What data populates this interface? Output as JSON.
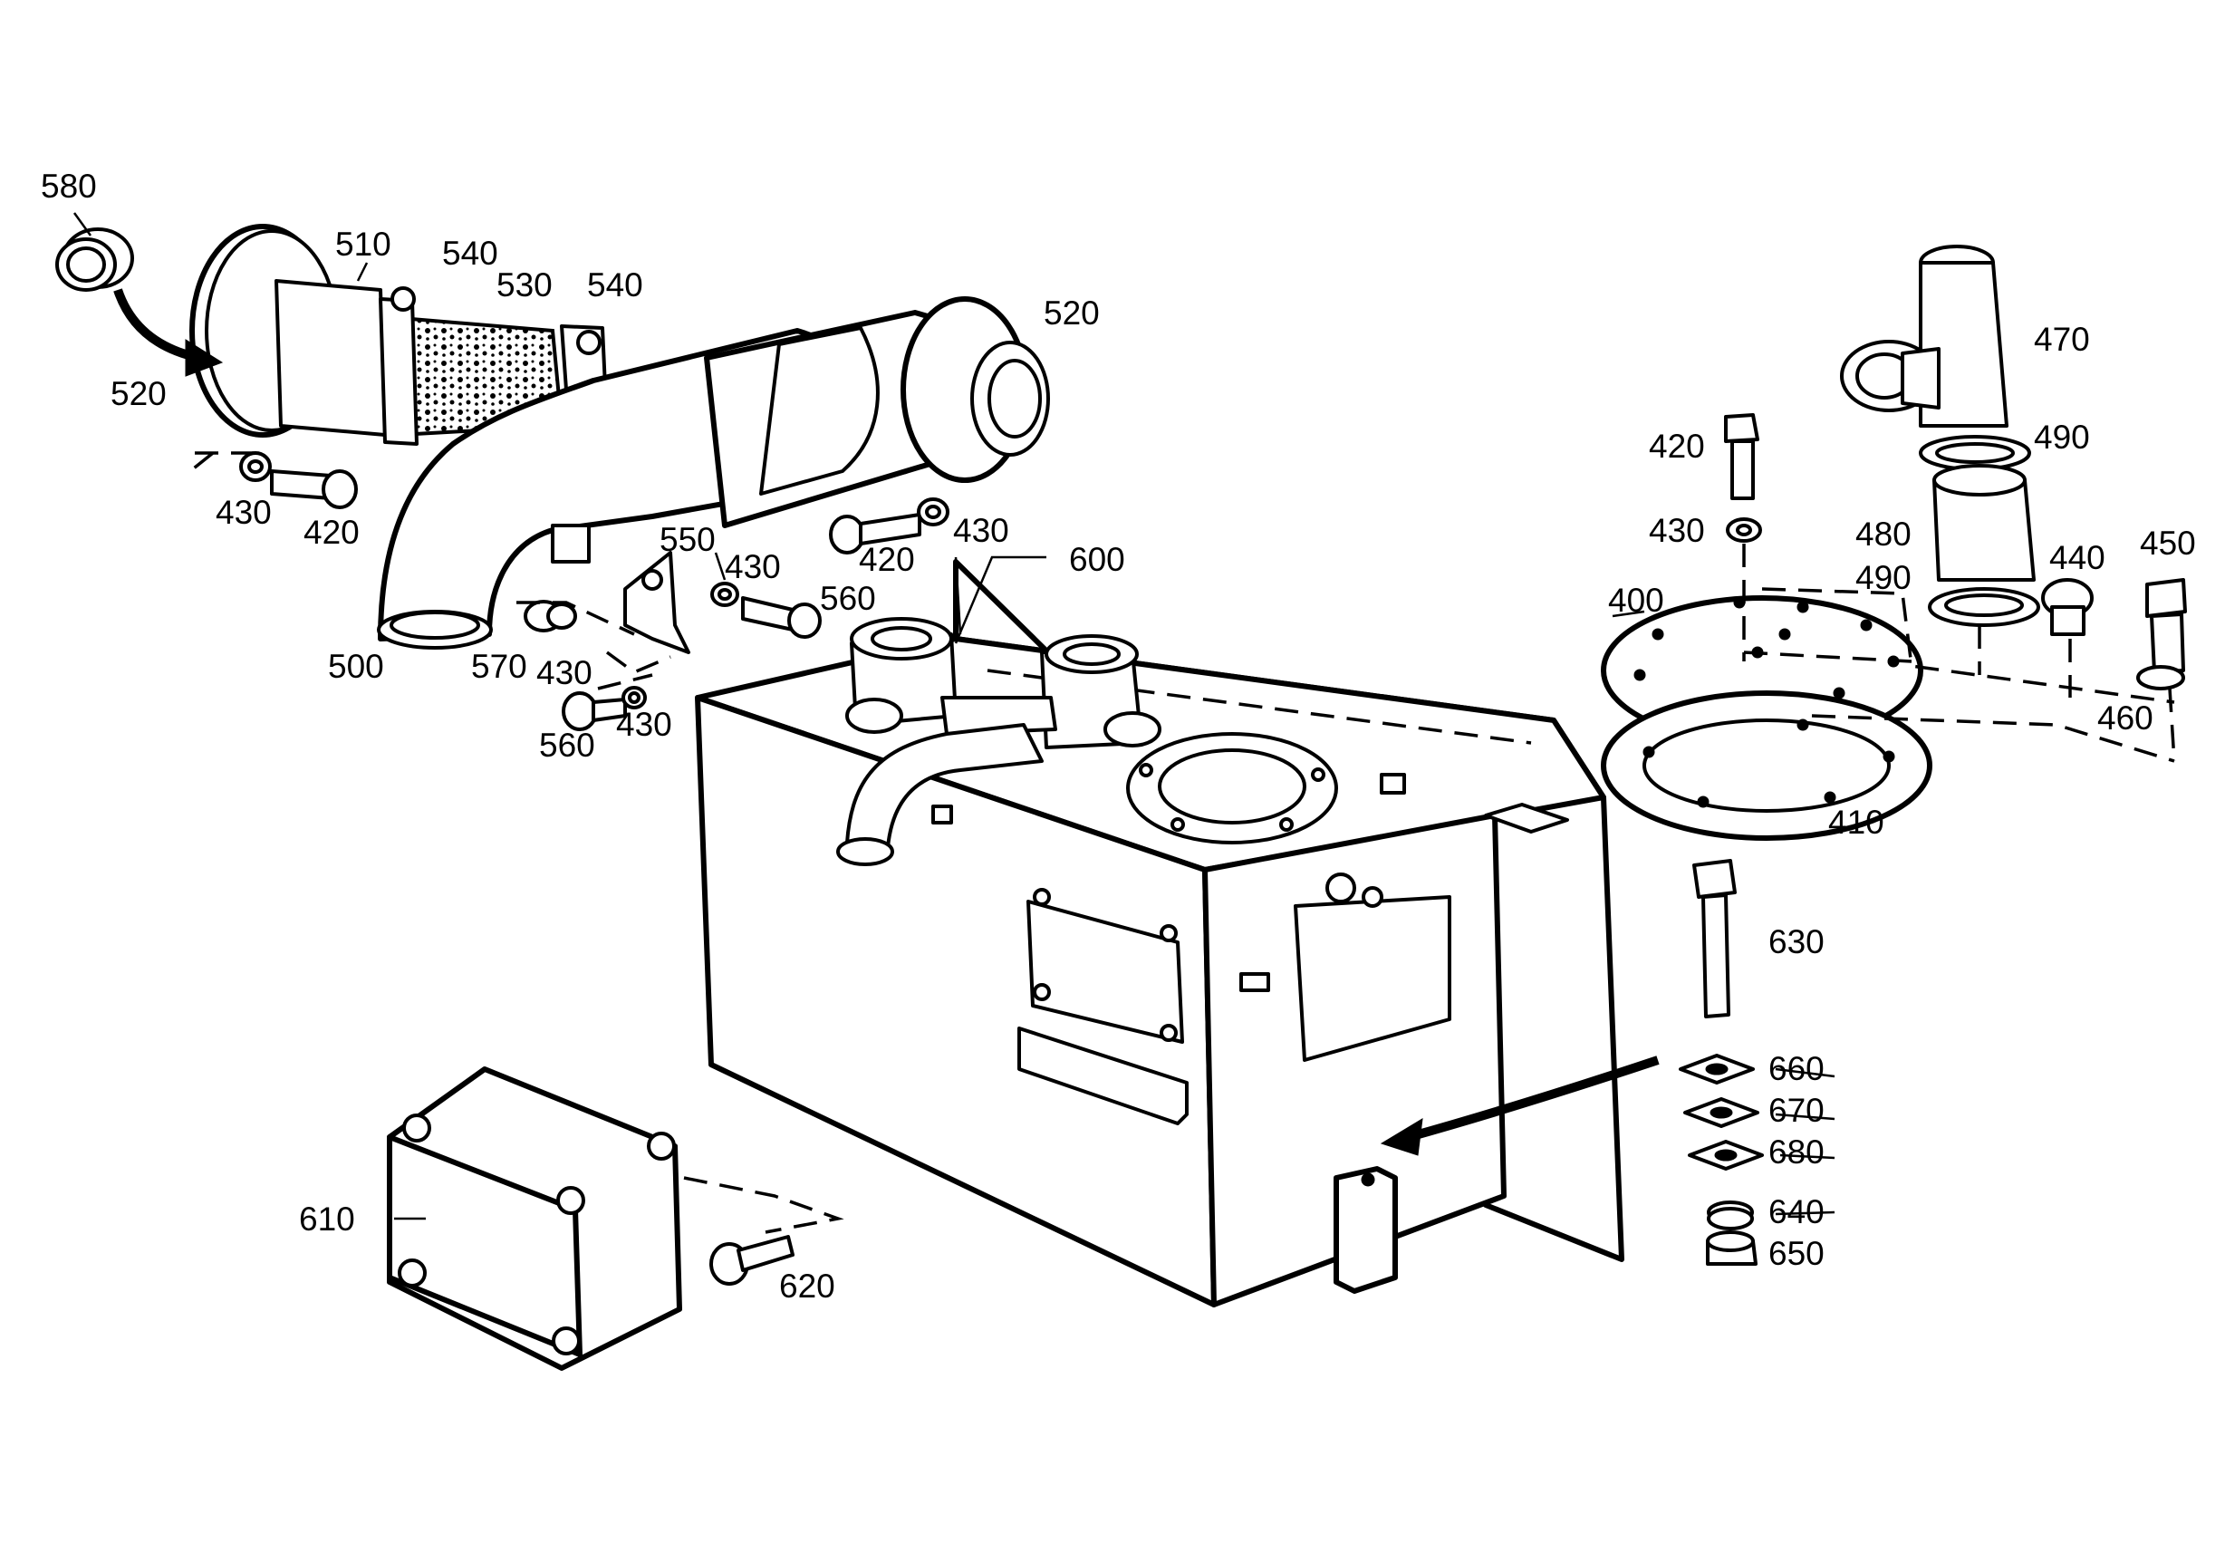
{
  "diagram": {
    "callouts": [
      {
        "id": "c580",
        "text": "580"
      },
      {
        "id": "c510",
        "text": "510"
      },
      {
        "id": "c540a",
        "text": "540"
      },
      {
        "id": "c530",
        "text": "530"
      },
      {
        "id": "c540b",
        "text": "540"
      },
      {
        "id": "c520a",
        "text": "520"
      },
      {
        "id": "c520b",
        "text": "520"
      },
      {
        "id": "c430a",
        "text": "430"
      },
      {
        "id": "c420a",
        "text": "420"
      },
      {
        "id": "c550",
        "text": "550"
      },
      {
        "id": "c430b",
        "text": "430"
      },
      {
        "id": "c560a",
        "text": "560"
      },
      {
        "id": "c420b",
        "text": "420"
      },
      {
        "id": "c430c",
        "text": "430"
      },
      {
        "id": "c600",
        "text": "600"
      },
      {
        "id": "c500",
        "text": "500"
      },
      {
        "id": "c570",
        "text": "570"
      },
      {
        "id": "c430d",
        "text": "430"
      },
      {
        "id": "c430e",
        "text": "430"
      },
      {
        "id": "c560b",
        "text": "560"
      },
      {
        "id": "c470",
        "text": "470"
      },
      {
        "id": "c420c",
        "text": "420"
      },
      {
        "id": "c490a",
        "text": "490"
      },
      {
        "id": "c430f",
        "text": "430"
      },
      {
        "id": "c480",
        "text": "480"
      },
      {
        "id": "c440",
        "text": "440"
      },
      {
        "id": "c450",
        "text": "450"
      },
      {
        "id": "c400",
        "text": "400"
      },
      {
        "id": "c490b",
        "text": "490"
      },
      {
        "id": "c460",
        "text": "460"
      },
      {
        "id": "c410",
        "text": "410"
      },
      {
        "id": "c630",
        "text": "630"
      },
      {
        "id": "c660",
        "text": "660"
      },
      {
        "id": "c670",
        "text": "670"
      },
      {
        "id": "c680",
        "text": "680"
      },
      {
        "id": "c640",
        "text": "640"
      },
      {
        "id": "c650",
        "text": "650"
      },
      {
        "id": "c610",
        "text": "610"
      },
      {
        "id": "c620",
        "text": "620"
      }
    ]
  }
}
